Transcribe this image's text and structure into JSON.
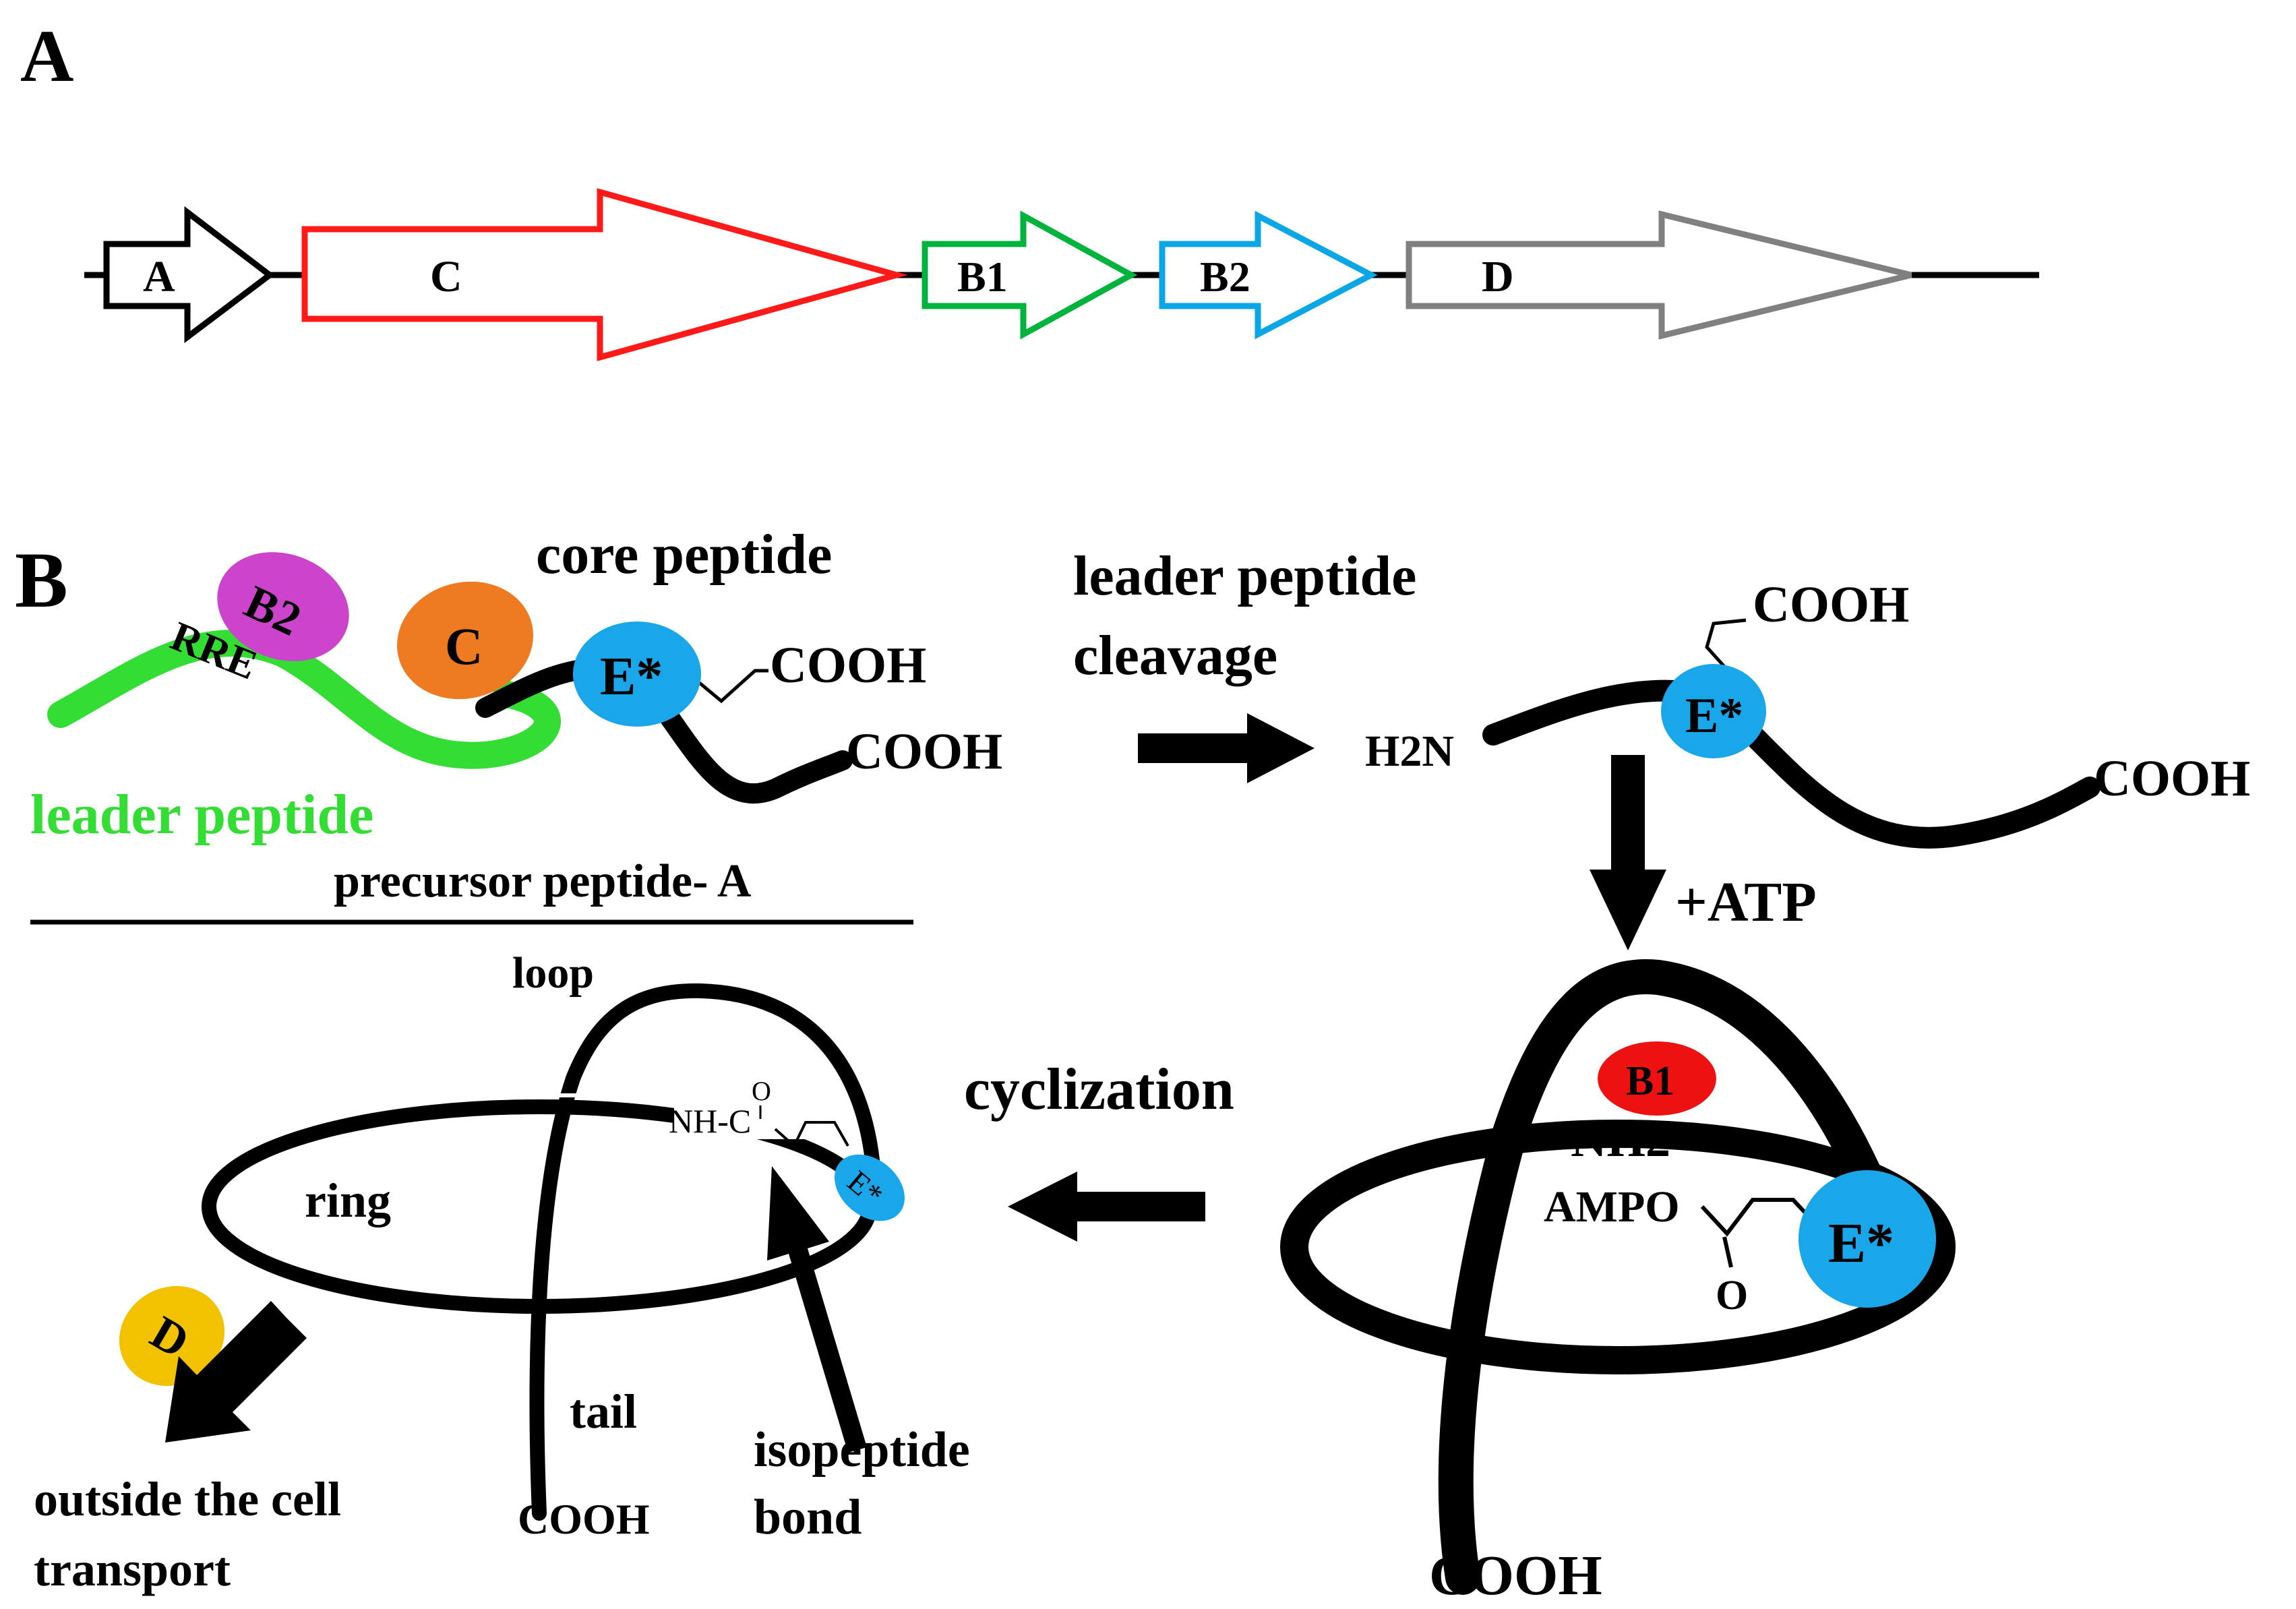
{
  "panel_a": {
    "label": "A",
    "genes": [
      {
        "name": "A",
        "color": "#000000"
      },
      {
        "name": "C",
        "color": "#ff1a1a"
      },
      {
        "name": "B1",
        "color": "#00b33c"
      },
      {
        "name": "B2",
        "color": "#0aa6e6"
      },
      {
        "name": "D",
        "color": "#808080"
      }
    ]
  },
  "panel_b": {
    "label": "B",
    "precursor": {
      "b2": "B2",
      "rre": "RRE",
      "c": "C",
      "e_star": "E*",
      "core_peptide": "core peptide",
      "cooh_side": "COOH",
      "cooh_end": "COOH",
      "leader_peptide": "leader peptide",
      "title": "precursor peptide- A"
    },
    "cleavage": {
      "line1": "leader peptide",
      "line2": "cleavage",
      "h2n": "H2N",
      "cooh_side": "COOH",
      "cooh_end": "COOH",
      "e_star": "E*"
    },
    "atp_label": "+ATP",
    "activated": {
      "b1": "B1",
      "nh2": "NH2",
      "ampo": "AMPO",
      "o": "O",
      "e_star": "E*",
      "cooh": "COOH"
    },
    "cyclization": "cyclization",
    "lasso": {
      "loop": "loop",
      "ring": "ring",
      "nh_c": "NH-C",
      "o": "O",
      "e_star": "E*",
      "tail": "tail",
      "cooh": "COOH",
      "isopeptide_1": "isopeptide",
      "isopeptide_2": "bond"
    },
    "export": {
      "d": "D",
      "line1": "outside the cell",
      "line2": "transport"
    }
  },
  "colors": {
    "leader_green": "#33dd33",
    "b2_magenta": "#cc44cc",
    "c_orange": "#ee7a22",
    "e_blue": "#1aa7ea",
    "b1_red": "#ee1111",
    "d_yellow": "#f2c200"
  }
}
